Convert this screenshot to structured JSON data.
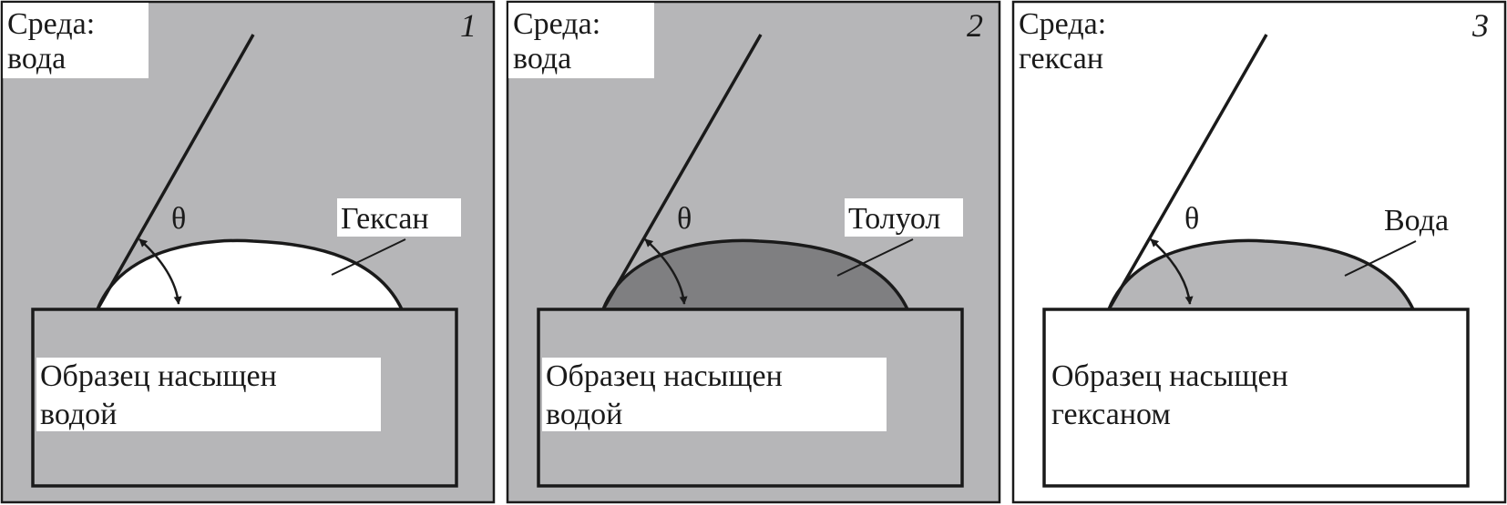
{
  "figure": {
    "panels": [
      {
        "number": "1",
        "medium_line1": "Среда:",
        "medium_line2": "вода",
        "theta": "θ",
        "drop_label": "Гексан",
        "sample_line1": "Образец насыщен",
        "sample_line2": "водой",
        "colors": {
          "background": "#b6b6b8",
          "drop": "#ffffff",
          "sample": "#b6b6b8"
        }
      },
      {
        "number": "2",
        "medium_line1": "Среда:",
        "medium_line2": "вода",
        "theta": "θ",
        "drop_label": "Толуол",
        "sample_line1": "Образец насыщен",
        "sample_line2": "водой",
        "colors": {
          "background": "#b6b6b8",
          "drop": "#7f7f81",
          "sample": "#b6b6b8"
        }
      },
      {
        "number": "3",
        "medium_line1": "Среда:",
        "medium_line2": "гексан",
        "theta": "θ",
        "drop_label": "Вода",
        "sample_line1": "Образец насыщен",
        "sample_line2": "гексаном",
        "colors": {
          "background": "#ffffff",
          "drop": "#b6b6b8",
          "sample": "#ffffff"
        }
      }
    ]
  }
}
